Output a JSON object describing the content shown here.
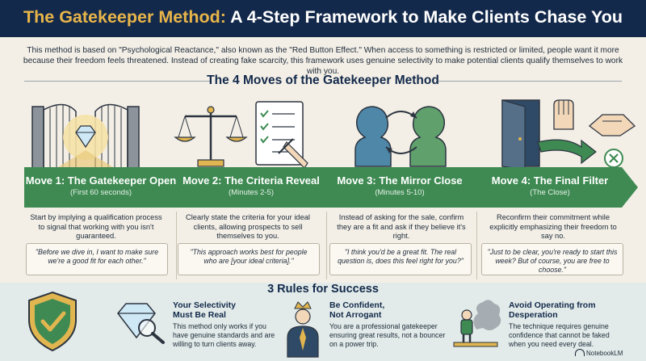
{
  "header": {
    "title_highlight": "The Gatekeeper Method:",
    "title_rest": "A 4-Step Framework to Make Clients Chase You"
  },
  "intro": "This method is based on \"Psychological Reactance,\" also known as the \"Red Button Effect.\" When access to something is restricted or limited, people want it more because their freedom feels threatened. Instead of creating fake scarcity, this framework uses genuine selectivity to make potential clients qualify themselves to work with you.",
  "moves_section_title": "The 4 Moves of the Gatekeeper Method",
  "moves": [
    {
      "title": "Move 1: The Gatekeeper Open",
      "time": "(First 60 seconds)",
      "desc": "Start by implying a qualification process to signal that working with you isn't guaranteed.",
      "quote": "\"Before we dive in, I want to make sure we're a good fit for each other.\"",
      "icon": "gate-diamond-icon"
    },
    {
      "title": "Move 2: The Criteria Reveal",
      "time": "(Minutes 2-5)",
      "desc": "Clearly state the criteria for your ideal clients, allowing prospects to sell themselves to you.",
      "quote": "\"This approach works best for people who are [your ideal criteria].\"",
      "icon": "scales-checklist-icon"
    },
    {
      "title": "Move 3: The Mirror Close",
      "time": "(Minutes 5-10)",
      "desc": "Instead of asking for the sale, confirm they are a fit and ask if they believe it's right.",
      "quote": "\"I think you'd be a great fit. The real question is, does this feel right for you?\"",
      "icon": "mirror-heads-icon"
    },
    {
      "title": "Move 4: The Final Filter",
      "time": "(The Close)",
      "desc": "Reconfirm their commitment while explicitly emphasizing their freedom to say no.",
      "quote": "\"Just to be clear, you're ready to start this week? But of course, you are free to choose.\"",
      "icon": "door-handshake-icon"
    }
  ],
  "rules_section_title": "3 Rules for Success",
  "rules": [
    {
      "title_line1": "Your Selectivity",
      "title_line2": "Must Be Real",
      "desc": "This method only works if you have genuine standards and are willing to turn clients away.",
      "icon": "diamond-magnifier-icon"
    },
    {
      "title_line1": "Be Confident,",
      "title_line2": "Not Arrogant",
      "desc": "You are a professional gatekeeper ensuring great results, not a bouncer on a power trip.",
      "icon": "crowned-person-icon"
    },
    {
      "title_line1": "Avoid Operating from",
      "title_line2": "Desperation",
      "desc": "The technique requires genuine confidence that cannot be faked when you need every deal.",
      "icon": "person-smoke-icon"
    }
  ],
  "shield_icon": "shield-check-icon",
  "brand": "NotebookLM",
  "colors": {
    "header_bg": "#13294b",
    "title_highlight": "#e8b54a",
    "band_green": "#3e8a52",
    "page_bg": "#f3efe6",
    "bottom_bg": "#e2ebe9"
  }
}
